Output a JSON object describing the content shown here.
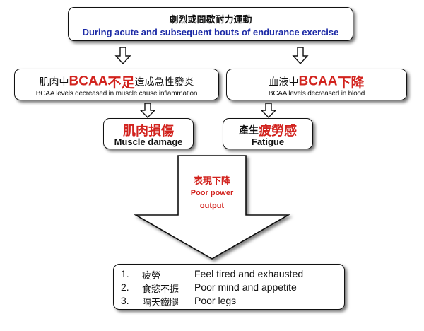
{
  "top": {
    "zh": "劇烈或間歇耐力運動",
    "en": "During acute and subsequent bouts of endurance exercise"
  },
  "left": {
    "zh_prefix": "肌肉中",
    "highlight_latin": "BCAA",
    "highlight_zh": "不足",
    "zh_suffix": "造成急性發炎",
    "en": "BCAA levels decreased in muscle cause inflammation"
  },
  "right": {
    "zh_prefix": "血液中",
    "highlight_latin": "BCAA",
    "highlight_zh": "下降",
    "en": "BCAA levels decreased in blood"
  },
  "muscle": {
    "zh": "肌肉損傷",
    "en": "Muscle damage"
  },
  "fatigue": {
    "zh_prefix": "產生",
    "zh_highlight": "疲勞感",
    "en": "Fatigue"
  },
  "result": {
    "zh": "表現下降",
    "en_line1": "Poor power",
    "en_line2": "output"
  },
  "symptoms": [
    {
      "num": "1.",
      "zh": "疲勞",
      "en": "Feel tired and exhausted"
    },
    {
      "num": "2.",
      "zh": "食慾不振",
      "en": "Poor mind and appetite"
    },
    {
      "num": "3.",
      "zh": "隔天鐵腿",
      "en": "Poor legs"
    }
  ],
  "colors": {
    "highlight": "#d2231e",
    "english_title": "#1c2aa6",
    "stroke": "#111111"
  }
}
